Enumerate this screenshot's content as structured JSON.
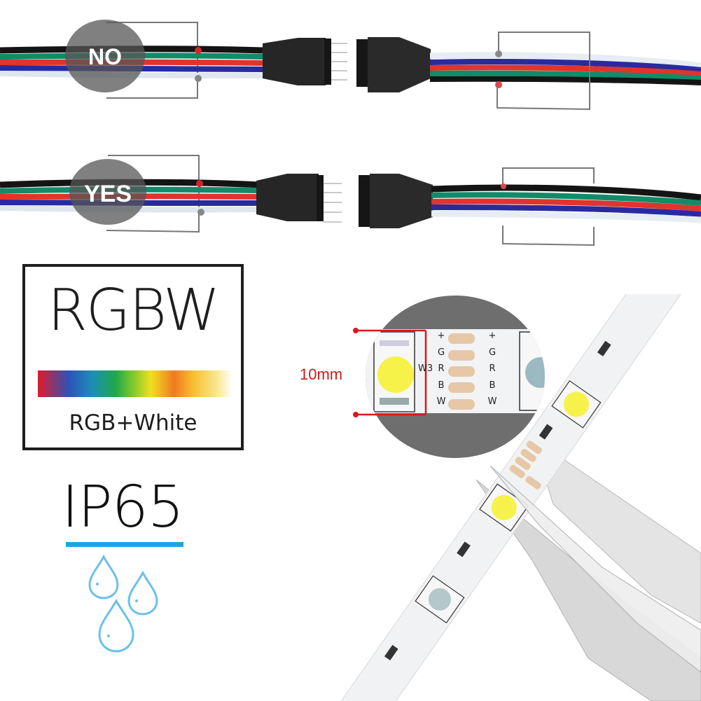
{
  "connector_examples": {
    "no": {
      "label": "NO",
      "left_wire_order": [
        "black",
        "green",
        "red",
        "blue",
        "white"
      ],
      "right_wire_order": [
        "white",
        "blue",
        "red",
        "green",
        "black"
      ]
    },
    "yes": {
      "label": "YES",
      "left_wire_order": [
        "black",
        "green",
        "red",
        "blue",
        "white"
      ],
      "right_wire_order": [
        "black",
        "green",
        "red",
        "blue",
        "white"
      ]
    }
  },
  "rgbw_badge": {
    "title": "RGBW",
    "subtitle": "RGB+White"
  },
  "ip_badge": {
    "title": "IP65"
  },
  "strip_detail": {
    "width_label": "10mm",
    "led_label": "W3",
    "pad_labels_left": [
      "+",
      "G",
      "R",
      "B",
      "W"
    ],
    "pad_labels_right": [
      "+",
      "G",
      "R",
      "B",
      "W"
    ]
  },
  "colors": {
    "wire_black": "#141414",
    "wire_green": "#138a6a",
    "wire_red": "#e0342c",
    "wire_blue": "#2a2aa0",
    "wire_white": "#eef2f6",
    "accent_red": "#d01c1c",
    "ip_blue": "#1ea5e0",
    "circle_gray": "#6e6e6e"
  }
}
